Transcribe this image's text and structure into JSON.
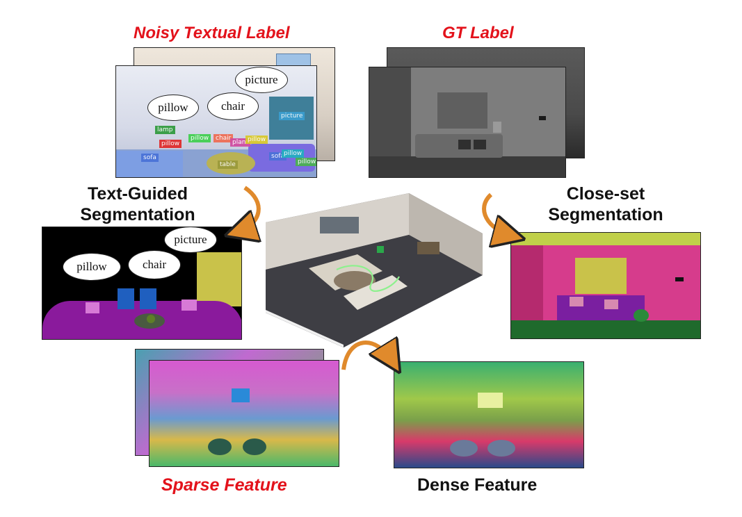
{
  "titles": {
    "noisy_textual_label": "Noisy Textual Label",
    "gt_label": "GT Label",
    "text_guided_line1": "Text-Guided",
    "text_guided_line2": "Segmentation",
    "close_set_line1": "Close-set",
    "close_set_line2": "Segmentation",
    "sparse_feature": "Sparse Feature",
    "dense_feature": "Dense Feature"
  },
  "bubbles": {
    "noisy_pillow": "pillow",
    "noisy_chair": "chair",
    "noisy_picture": "picture",
    "seg_pillow": "pillow",
    "seg_chair": "chair",
    "seg_picture": "picture"
  },
  "tags": {
    "lamp": "lamp",
    "pillow1": "pillow",
    "pillow2": "pillow",
    "chair": "chair",
    "plant": "plant",
    "pillow3": "pillow",
    "sofa1": "sofa",
    "table": "table",
    "sofa2": "sofa",
    "pillow4": "pillow",
    "pillow5": "pillow",
    "picture": "picture"
  },
  "colors": {
    "title_red": "#e3121b",
    "title_black": "#111111",
    "arrow": "#e08a2c",
    "seg_magenta": "#d63c8c",
    "seg_purple": "#8a1a9c",
    "seg_yellow": "#c9c24a"
  }
}
